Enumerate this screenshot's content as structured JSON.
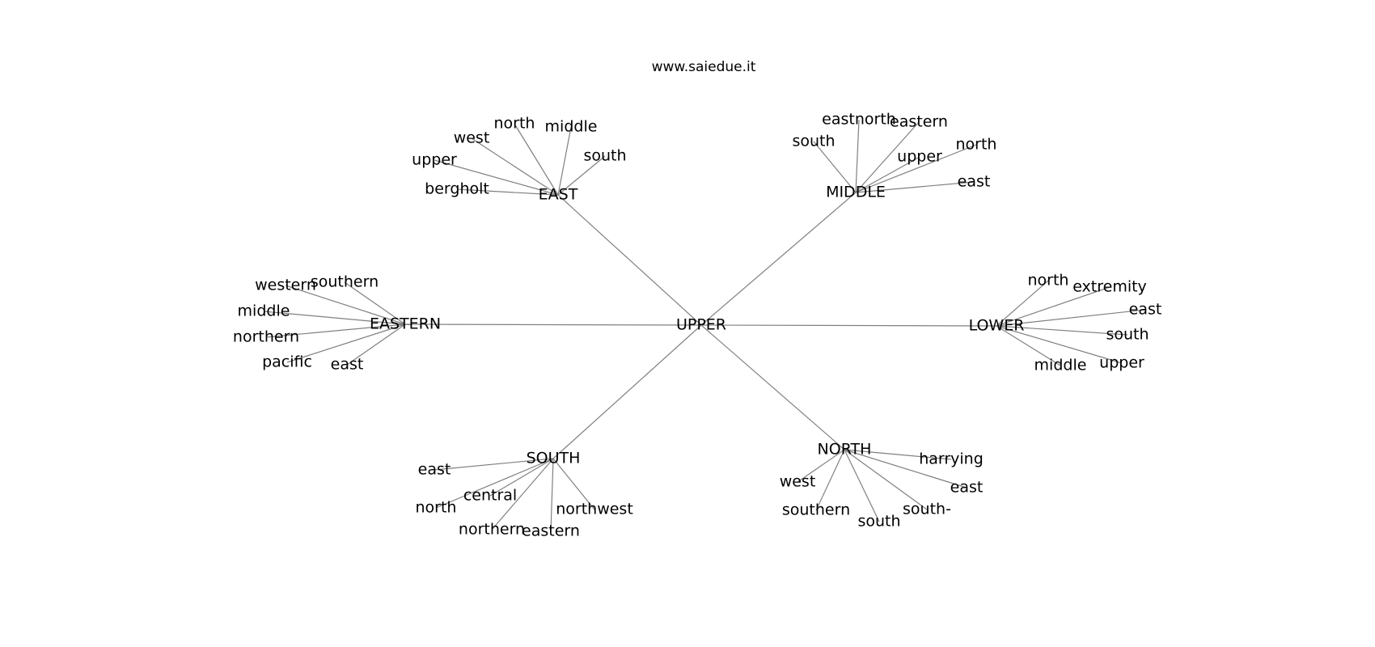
{
  "title": "www.saiedue.it",
  "edge_color": "#808080",
  "root": "UPPER",
  "hubs": [
    {
      "name": "EAST",
      "words": [
        "bergholt",
        "upper",
        "west",
        "north",
        "middle",
        "south"
      ]
    },
    {
      "name": "MIDDLE",
      "words": [
        "south",
        "eastnorth",
        "eastern",
        "upper",
        "north",
        "east"
      ]
    },
    {
      "name": "EASTERN",
      "words": [
        "western",
        "southern",
        "middle",
        "northern",
        "pacific",
        "east"
      ]
    },
    {
      "name": "LOWER",
      "words": [
        "north",
        "extremity",
        "east",
        "south",
        "middle",
        "upper"
      ]
    },
    {
      "name": "SOUTH",
      "words": [
        "east",
        "central",
        "north",
        "northern",
        "eastern",
        "northwest"
      ]
    },
    {
      "name": "NORTH",
      "words": [
        "harrying",
        "west",
        "east",
        "southern",
        "south",
        "south-"
      ]
    }
  ]
}
